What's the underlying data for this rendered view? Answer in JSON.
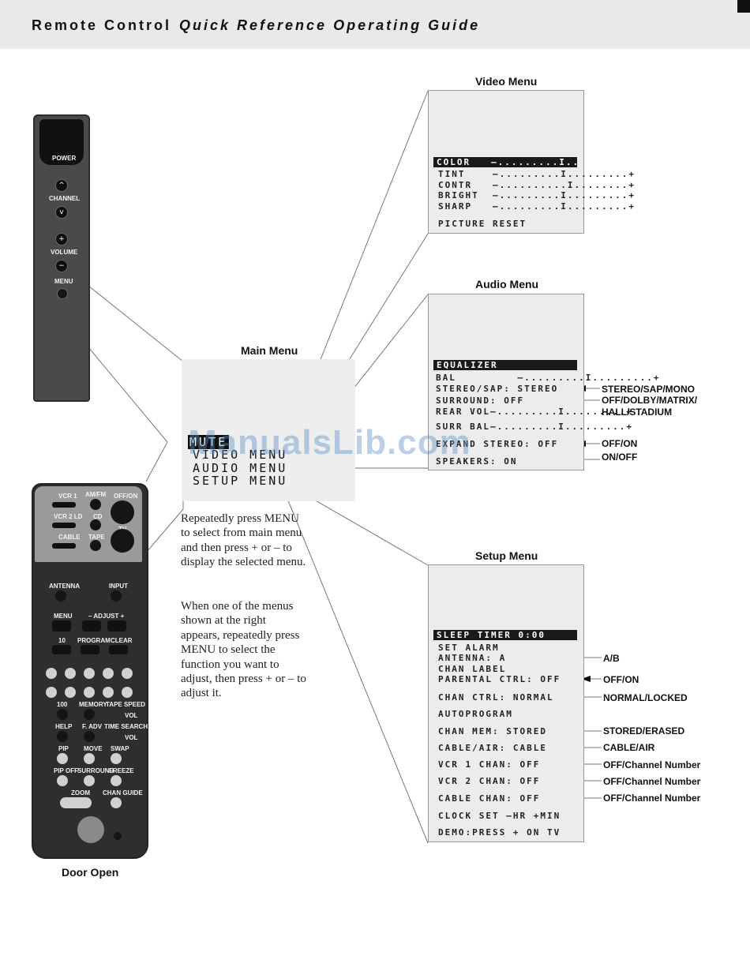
{
  "header": {
    "title_plain": "Remote Control",
    "title_italic": "Quick Reference Operating Guide"
  },
  "remote_top": {
    "power": "POWER",
    "channel": "CHANNEL",
    "volume": "VOLUME",
    "menu": "MENU",
    "up_glyph": "^",
    "down_glyph": "v",
    "plus_glyph": "+",
    "minus_glyph": "−"
  },
  "remote_bottom": {
    "caption": "Door Open",
    "row1": [
      "VCR 1",
      "AM/FM",
      "OFF/ON"
    ],
    "row2": [
      "VCR 2 LD",
      "CD",
      "TV"
    ],
    "row3": [
      "CABLE",
      "TAPE"
    ],
    "antenna": "ANTENNA",
    "input": "INPUT",
    "menu": "MENU",
    "adjust": "– ADJUST +",
    "k100": "100",
    "memory": "MEMORY",
    "tape_speed": "TAPE SPEED",
    "vol_up": "VOL",
    "help": "HELP",
    "f_adv": "F. ADV",
    "time_search": "TIME SEARCH",
    "vol_dn": "VOL",
    "pip": "PIP",
    "move": "MOVE",
    "swap": "SWAP",
    "pip_off": "PIP OFF",
    "surround": "SURROUND",
    "freeze": "FREEZE",
    "zoom": "ZOOM",
    "chan_guide": "CHAN GUIDE",
    "k10": "10",
    "program": "PROGRAM",
    "clear": "CLEAR"
  },
  "main_menu": {
    "title": "Main Menu",
    "items": [
      "MUTE",
      "VIDEO MENU",
      "AUDIO MENU",
      "SETUP MENU"
    ]
  },
  "instructions": {
    "p1": "Repeatedly press MENU to select from main menu and then press + or – to display the selected menu.",
    "p2": "When one of the menus shown at the right appears, repeatedly press MENU to select the function you want to adjust, then press + or – to adjust it."
  },
  "video_menu": {
    "title": "Video Menu",
    "items": [
      "COLOR   –.........I.........+",
      "TINT    –.........I.........+",
      "CONTR   –..........I........+",
      "BRIGHT  –.........I.........+",
      "SHARP   –.........I.........+",
      "PICTURE RESET"
    ]
  },
  "audio_menu": {
    "title": "Audio Menu",
    "items": [
      "EQUALIZER",
      "BAL         –.........I.........+",
      "STEREO/SAP: STEREO",
      "SURROUND: OFF",
      "REAR VOL–.........I.........+",
      "SURR BAL–.........I.........+",
      "EXPAND STEREO: OFF",
      "SPEAKERS: ON"
    ],
    "options": [
      "STEREO/SAP/MONO",
      "OFF/DOLBY/MATRIX/",
      "HALL/STADIUM",
      "OFF/ON",
      "ON/OFF"
    ]
  },
  "setup_menu": {
    "title": "Setup Menu",
    "items": [
      "SLEEP TIMER 0:00",
      "SET ALARM",
      "ANTENNA: A",
      "CHAN LABEL",
      "PARENTAL CTRL: OFF",
      "CHAN CTRL: NORMAL",
      "AUTOPROGRAM",
      "CHAN MEM: STORED",
      "CABLE/AIR: CABLE",
      "VCR 1 CHAN: OFF",
      "VCR 2 CHAN: OFF",
      "CABLE CHAN: OFF",
      "CLOCK SET –HR +MIN",
      "DEMO:PRESS + ON TV"
    ],
    "options": [
      "A/B",
      "OFF/ON",
      "NORMAL/LOCKED",
      "STORED/ERASED",
      "CABLE/AIR",
      "OFF/Channel Number",
      "OFF/Channel Number",
      "OFF/Channel Number"
    ]
  },
  "watermark": "ManualsLib.com"
}
